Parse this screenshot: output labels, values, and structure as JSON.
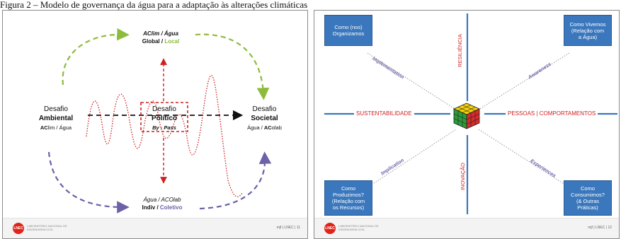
{
  "caption": "Figura 2 – Modelo de governança da água para a adaptação às alterações climáticas",
  "left_slide": {
    "top_block": {
      "line1": "AClim / Água",
      "line2_a": "Global / ",
      "line2_b": "Local"
    },
    "left_block": {
      "line1": "Desafio",
      "line2": "Ambiental",
      "line3_a": "AC",
      "line3_b": "lim / Água"
    },
    "center_block": {
      "line1": "Desafio",
      "line2": "Político",
      "line3": "By - Pass"
    },
    "right_block": {
      "line1": "Desafio",
      "line2": "Societal",
      "line3_a": "Água / ",
      "line3_b": "AC",
      "line3_c": "olab"
    },
    "bottom_block": {
      "line1": "Água / ACOlab",
      "line2_a": "Indiv / ",
      "line2_b": "Coletivo"
    },
    "footer": {
      "logo": "LNEC",
      "lab": "LABORATÓRIO NACIONAL DE ENGENHARIA CIVIL",
      "page": "mjf | LNEC | 11"
    },
    "colors": {
      "green": "#8dbb3c",
      "purple": "#6b62a8",
      "red": "#d02020"
    }
  },
  "right_slide": {
    "boxes": {
      "top_left": "Como (nos)\nOrganizamos",
      "top_right": "Como Vivemos\n(Relação com\na Água)",
      "bottom_left": "Como\nProduzimos?\n(Relação com\nos Recursos)",
      "bottom_right": "Como\nConsumimos?\n(& Outras\nPráticas)"
    },
    "axis_labels": {
      "top": "RESILIÊNCIA",
      "bottom": "INOVAÇÃO",
      "left": "SUSTENTABILIDADE",
      "right": "PESSOAS | COMPORTAMENTOS"
    },
    "diag_labels": {
      "upper_left": "Implementation",
      "upper_right": "Awareness",
      "lower_left": "Implication",
      "lower_right": "Experiences"
    },
    "center_icon": "rubiks-cube-icon",
    "footer": {
      "logo": "LNEC",
      "lab": "LABORATÓRIO NACIONAL DE ENGENHARIA CIVIL",
      "page": "mjf | LNEC | 12"
    },
    "colors": {
      "axis": "#3a77bd",
      "label_red": "#d02020",
      "label_purple": "#6b62a8"
    }
  }
}
